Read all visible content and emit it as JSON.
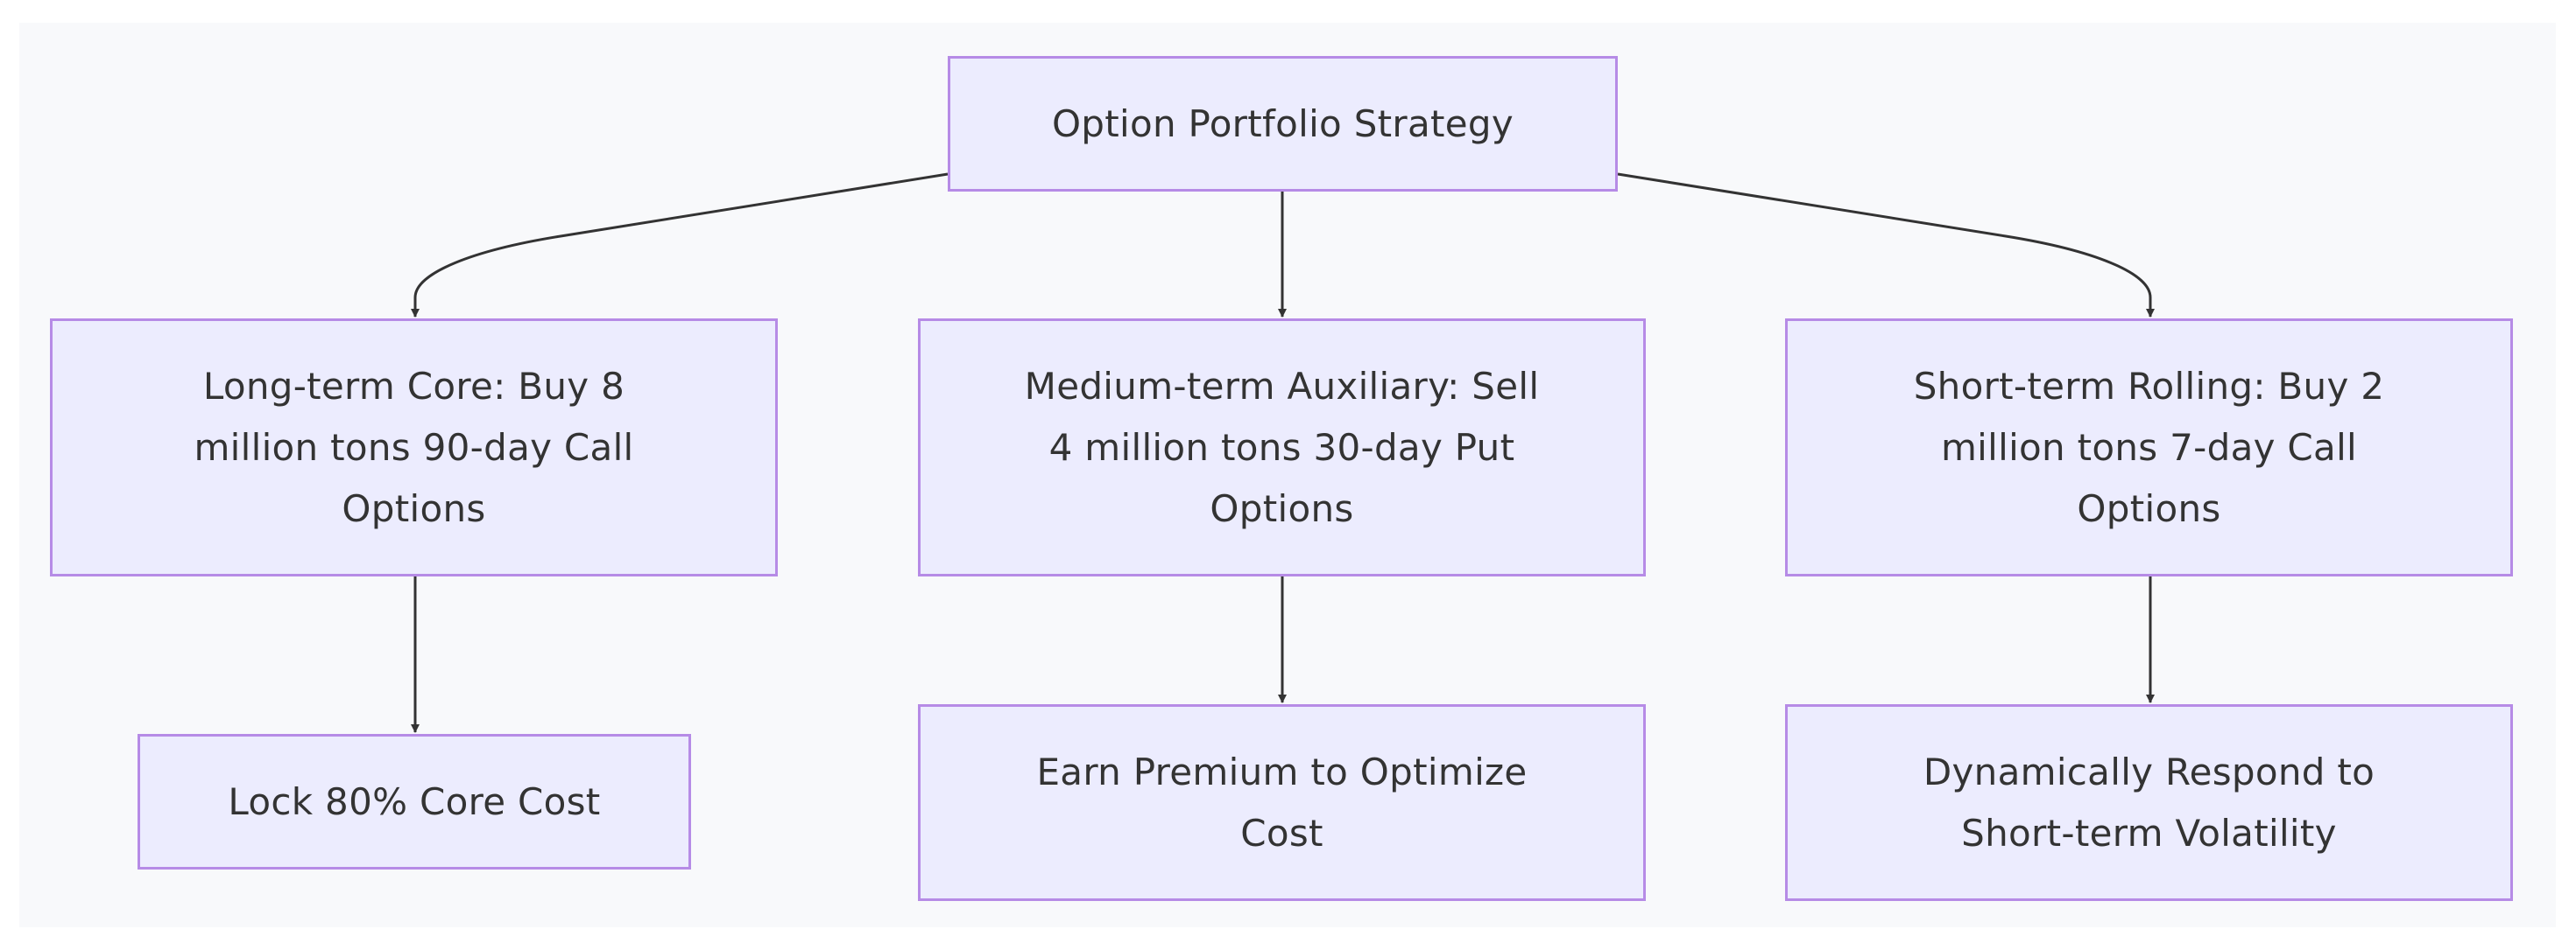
{
  "diagram": {
    "nodes": {
      "root": "Option Portfolio Strategy",
      "long_term": "Long-term Core: Buy 8 million tons 90-day Call Options",
      "medium_term": "Medium-term Auxiliary: Sell 4 million tons 30-day Put Options",
      "short_term": "Short-term Rolling: Buy 2 million tons 7-day Call Options",
      "long_term_result": "Lock 80% Core Cost",
      "medium_term_result": "Earn Premium to Optimize Cost",
      "short_term_result": "Dynamically Respond to Short-term Volatility"
    },
    "edges": [
      {
        "from": "root",
        "to": "long_term"
      },
      {
        "from": "root",
        "to": "medium_term"
      },
      {
        "from": "root",
        "to": "short_term"
      },
      {
        "from": "long_term",
        "to": "long_term_result"
      },
      {
        "from": "medium_term",
        "to": "medium_term_result"
      },
      {
        "from": "short_term",
        "to": "short_term_result"
      }
    ],
    "colors": {
      "node_fill": "#ececfe",
      "node_border": "#b68be6",
      "edge": "#333333",
      "text": "#333333",
      "background": "#f8f9fb"
    }
  }
}
